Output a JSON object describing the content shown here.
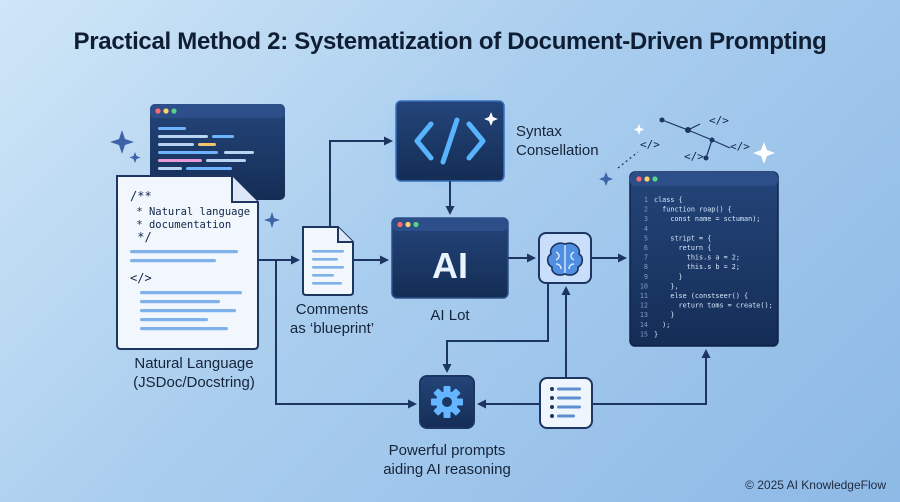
{
  "title": "Practical Method 2: Systematization of Document-Driven Prompting",
  "doc_card": {
    "lines": [
      "/**",
      " * Natural language",
      " * documentation",
      " */"
    ],
    "tag": "</>"
  },
  "labels": {
    "natural_language": "Natural Language",
    "natural_language_sub": "(JSDoc/Docstring)",
    "comments": "Comments",
    "comments_sub": "as ‘blueprint’",
    "syntax": "Syntax",
    "syntax_sub": "Consellation",
    "ai_lot": "AI Lot",
    "powerful": "Powerful prompts",
    "powerful_sub": "aiding AI reasoning"
  },
  "ai_box_text": "AI",
  "syntax_box_icon": "code-brackets-icon",
  "code_window": {
    "lines": [
      {
        "n": "1",
        "code": "class {"
      },
      {
        "n": "2",
        "code": "  function roap() {"
      },
      {
        "n": "3",
        "code": "    const name = sctuman);"
      },
      {
        "n": "4",
        "code": ""
      },
      {
        "n": "5",
        "code": "    stript = {"
      },
      {
        "n": "6",
        "code": "      return {"
      },
      {
        "n": "7",
        "code": "        this.s a = 2;"
      },
      {
        "n": "8",
        "code": "        this.s b = 2;"
      },
      {
        "n": "9",
        "code": "      }"
      },
      {
        "n": "10",
        "code": "    },"
      },
      {
        "n": "11",
        "code": "    else (constseer() {"
      },
      {
        "n": "12",
        "code": "      return toms = create();"
      },
      {
        "n": "13",
        "code": "    }"
      },
      {
        "n": "14",
        "code": "  );"
      },
      {
        "n": "15",
        "code": "}"
      }
    ]
  },
  "constellation_tags": [
    "</>",
    "</>",
    "</>",
    "</>"
  ],
  "copyright": "© 2025 AI KnowledgeFlow",
  "colors": {
    "navy": "#1a3663",
    "navy_dark": "#10264a",
    "accent": "#3aa0ff",
    "arrow": "#1c3561",
    "paper": "#f2f7fd"
  }
}
